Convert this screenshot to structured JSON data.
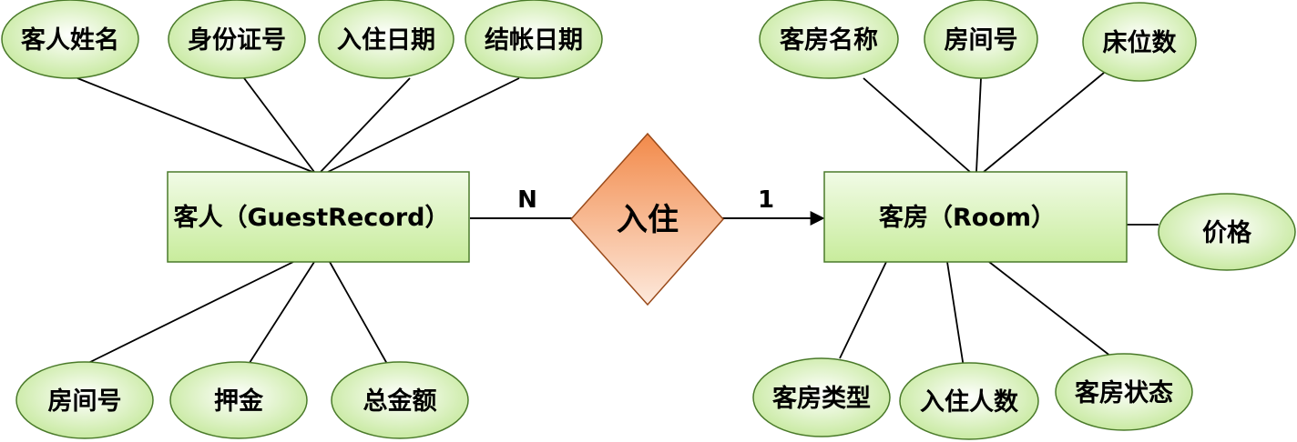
{
  "entities": {
    "guest": {
      "label": "客人（GuestRecord）"
    },
    "room": {
      "label": "客房（Room）"
    }
  },
  "relationship": {
    "label": "入住"
  },
  "cardinality": {
    "guest_side": "N",
    "room_side": "1"
  },
  "guest_attributes": {
    "name": "客人姓名",
    "id_number": "身份证号",
    "checkin_date": "入住日期",
    "checkout_date": "结帐日期",
    "room_number": "房间号",
    "deposit": "押金",
    "total_amount": "总金额"
  },
  "room_attributes": {
    "room_name": "客房名称",
    "room_number": "房间号",
    "bed_count": "床位数",
    "price": "价格",
    "room_type": "客房类型",
    "occupant_count": "入住人数",
    "room_status": "客房状态"
  },
  "colors": {
    "attribute_fill_inner": "#ffffff",
    "attribute_fill_outer": "#c4e89a",
    "entity_fill_top": "#f1fbe6",
    "entity_fill_bottom": "#c8ec9c",
    "border": "#4a7a2a",
    "relationship_fill_top": "#f28a4a",
    "relationship_fill_bottom": "#fde9dc",
    "relationship_border": "#9a4a1a",
    "line": "#000000"
  }
}
